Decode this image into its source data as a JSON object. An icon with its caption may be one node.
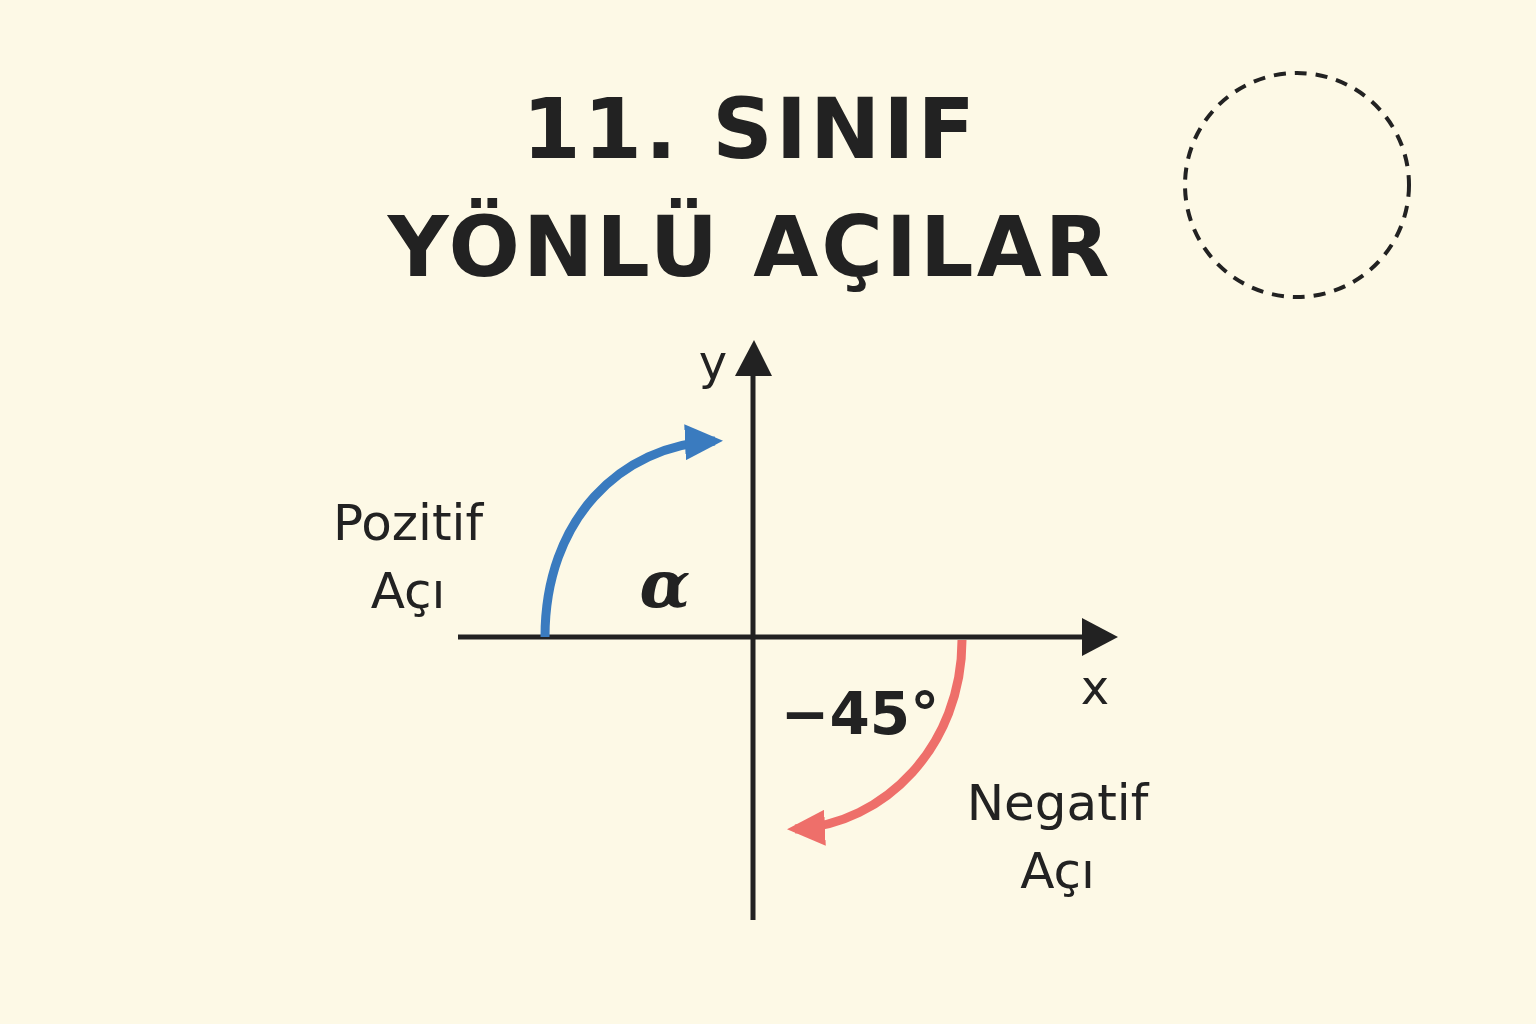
{
  "diagram": {
    "title": "11. SINIF YÖNLÜ AÇILAR",
    "nodes": [
      {
        "text": [],
        "shape": "circle"
      }
    ],
    "labels": [
      "y",
      "Pozitif Açı",
      "α",
      "x",
      "−45°",
      "Negatif Açı"
    ]
  }
}
